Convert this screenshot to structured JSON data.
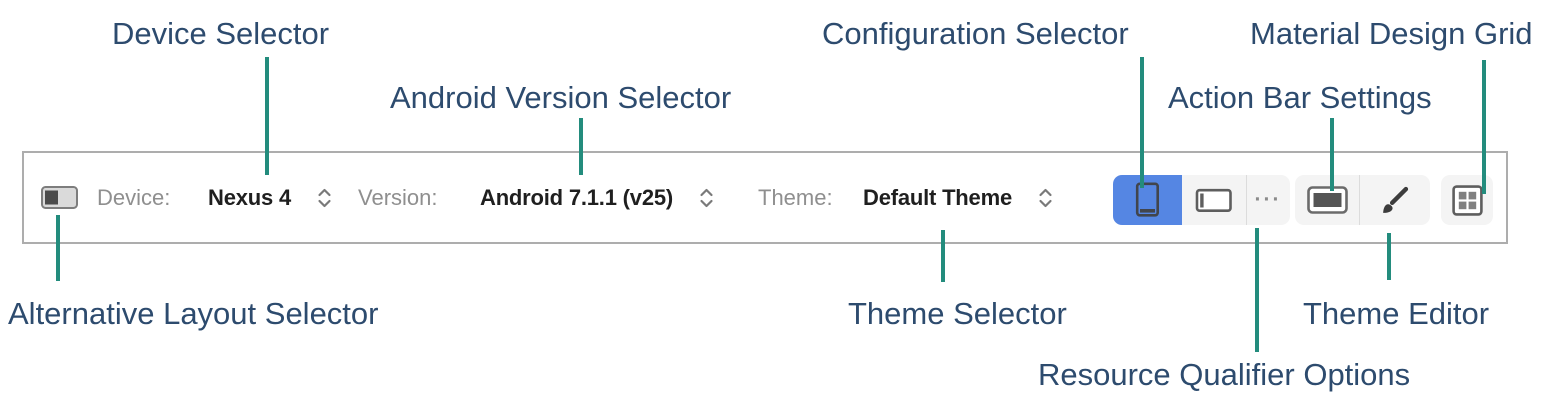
{
  "colors": {
    "annotation_text": "#2d4b6e",
    "connector_line": "#238c7d",
    "selected_segment_blue": "#5586e3",
    "toolbar_border": "#adadad",
    "toolbar_muted_label": "#8f8f8f",
    "toolbar_value_text": "#1f1f1f"
  },
  "annotations": {
    "device_selector": "Device Selector",
    "android_version_selector": "Android Version Selector",
    "configuration_selector": "Configuration Selector",
    "material_design_grid": "Material Design Grid",
    "action_bar_settings": "Action Bar Settings",
    "alternative_layout_selector": "Alternative Layout Selector",
    "theme_selector": "Theme Selector",
    "theme_editor": "Theme Editor",
    "resource_qualifier_options": "Resource Qualifier Options"
  },
  "toolbar": {
    "device_label": "Device:",
    "device_value": "Nexus 4",
    "version_label": "Version:",
    "version_value": "Android 7.1.1 (v25)",
    "theme_label": "Theme:",
    "theme_value": "Default Theme",
    "resource_qualifier_dots": "···",
    "configuration_selected": "portrait",
    "icons": {
      "alternative_layout": "alternative-layout-icon",
      "dropdown_stepper": "up-down-stepper-icon",
      "portrait": "portrait-phone-icon",
      "landscape": "landscape-phone-icon",
      "action_bar": "action-bar-icon",
      "theme_editor": "paint-brush-icon",
      "material_grid": "material-design-grid-icon"
    }
  }
}
